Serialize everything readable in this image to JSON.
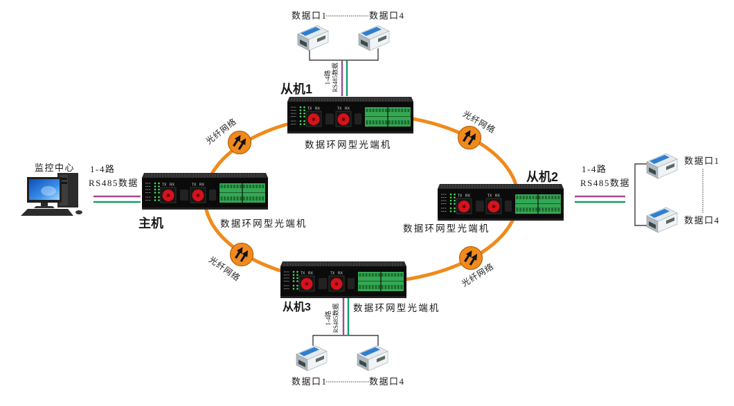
{
  "monitor_center": {
    "label": "监控中心",
    "link_channels": "1-4路",
    "link_type": "RS485数据"
  },
  "host": {
    "name": "主机",
    "caption": "数据环网型光端机"
  },
  "slave1": {
    "name": "从机1",
    "caption": "数据环网型光端机",
    "link_channels": "1-4路",
    "link_type": "RS485数据",
    "port_first": "数据口1",
    "port_last": "数据口4"
  },
  "slave2": {
    "name": "从机2",
    "caption": "数据环网型光端机",
    "link_channels": "1-4路",
    "link_type": "RS485数据",
    "port_first": "数据口1",
    "port_last": "数据口4"
  },
  "slave3": {
    "name": "从机3",
    "caption": "数据环网型光端机",
    "link_channels": "1-4路",
    "link_type": "RS485数据",
    "port_first": "数据口1",
    "port_last": "数据口4"
  },
  "fiber_links": [
    "光纤网络",
    "光纤网络",
    "光纤网络",
    "光纤网络"
  ],
  "device_panel": {
    "tx": "TX",
    "rx": "RX"
  },
  "colors": {
    "ring": "#f08a1c",
    "signal_a": "#9e4c94",
    "signal_b": "#169a68",
    "port": "#d6121b",
    "terminal": "#34a853",
    "led": "#49e35f",
    "converter": "#2f7fd1"
  }
}
